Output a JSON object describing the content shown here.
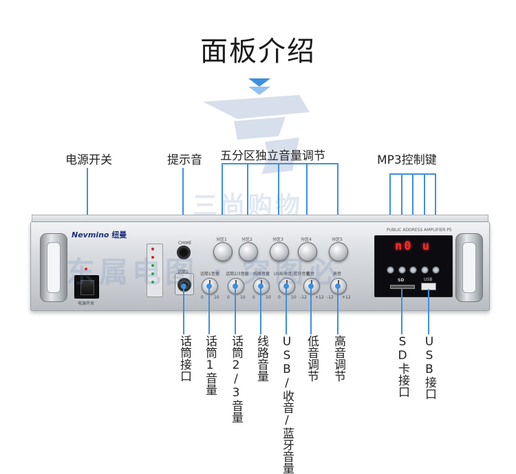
{
  "title": "面板介绍",
  "watermarks": {
    "logo_text": "三尚购物",
    "band_text": "东属电图 · 突图必"
  },
  "labels_top": {
    "power": "电源开关",
    "chime": "提示音",
    "zones": "五分区独立音量调节",
    "mp3": "MP3控制键"
  },
  "labels_bottom": [
    "话筒接口",
    "话筒1音量",
    "话筒2/3音量",
    "线路音量",
    "USB/收音/蓝牙音量",
    "低音调节",
    "高音调节",
    "SD卡接口",
    "USB接口"
  ],
  "panel": {
    "brand_en": "Nevmino",
    "brand_cn": "纽曼",
    "model": "PUBLIC ADDRESS AMPLIFIER P5",
    "chime_label": "CHIME",
    "mic1_label": "话筒1",
    "power_label": "电源开关",
    "zone_labels": [
      "分区1",
      "分区2",
      "分区3",
      "分区4",
      "分区5"
    ],
    "knob_labels": [
      "话筒1音量",
      "话筒2/3音量",
      "线路音量",
      "USB/收音/蓝牙音量",
      "低音",
      "高音"
    ],
    "scale_min": [
      "0",
      "0",
      "0",
      "0",
      "-12",
      "-12"
    ],
    "scale_max": [
      "10",
      "10",
      "10",
      "10",
      "+12",
      "+12"
    ],
    "display_text": "n0 u",
    "sd_label": "SD",
    "usb_label": "USB"
  },
  "colors": {
    "accent": "#3d8fe0",
    "display_red": "#ff2a2a"
  }
}
